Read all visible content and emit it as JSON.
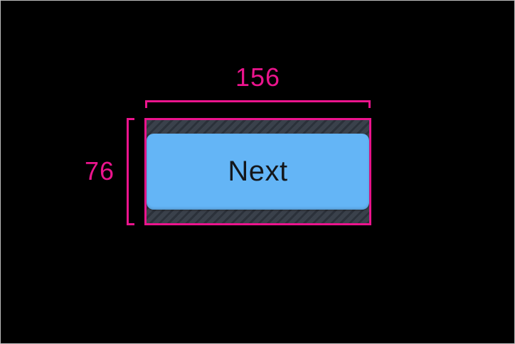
{
  "canvas": {
    "background_color": "#000000",
    "frame_border_color": "#BDBDBD"
  },
  "annotations": {
    "color": "#EB148D",
    "width_dimension": {
      "value": "156"
    },
    "height_dimension": {
      "value": "76"
    }
  },
  "touch_target": {
    "hatch_background_color": "#3A414B",
    "hatch_stripe_color": "#2B313A"
  },
  "button": {
    "label": "Next",
    "fill_color": "#64B5F6",
    "label_color": "#14171B"
  }
}
